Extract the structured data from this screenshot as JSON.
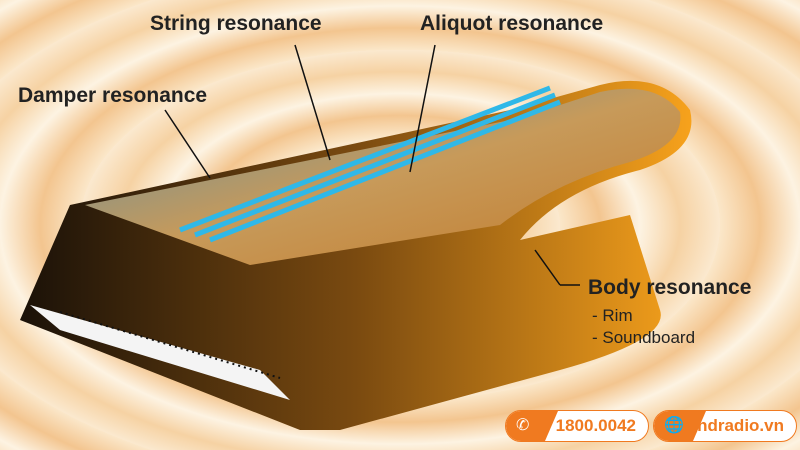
{
  "labels": {
    "string": "String resonance",
    "aliquot": "Aliquot resonance",
    "damper": "Damper resonance",
    "body": "Body resonance",
    "body_items": [
      "- Rim",
      "- Soundboard"
    ]
  },
  "contact": {
    "phone": "1800.0042",
    "website": "hdradio.vn",
    "phone_icon": "phone-icon",
    "web_icon": "globe-icon",
    "accent": "#f07a20"
  }
}
